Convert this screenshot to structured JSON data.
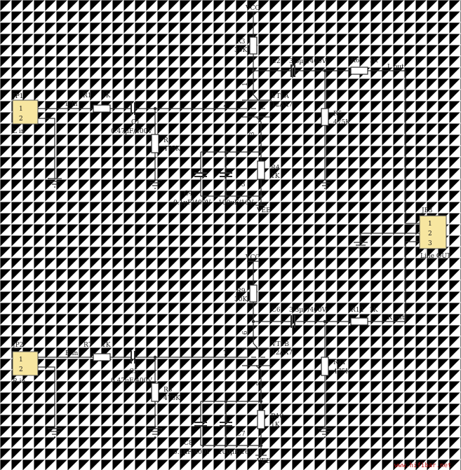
{
  "watermark": "www.hifibar.net",
  "channels": [
    {
      "supply_top": "VCC",
      "supply_bottom": "VEE",
      "input_connector": {
        "ref": "JP1",
        "pins": [
          "1",
          "2"
        ],
        "label": "L in"
      },
      "input_net": "L in",
      "output_net": "L out",
      "tube": {
        "ref": "VT1A",
        "type": "12AX7",
        "plate_pin": "1",
        "grid_pin": "2",
        "cathode_pin": "3"
      },
      "R_in": {
        "ref": "R1",
        "value": "1K"
      },
      "C_in": {
        "ref": "C1",
        "value": "0.47µF/400V"
      },
      "R_grid": {
        "ref": "R2",
        "value": "475K"
      },
      "R_plate": {
        "ref": "R3",
        "value": "30K"
      },
      "R_cathode": {
        "ref": "R4",
        "value": "1K"
      },
      "C_cathode_a": {
        "ref": "C3",
        "value": "100µF/16V"
      },
      "C_cathode_b": {
        "ref": "C4",
        "value": "0.1µF/400V"
      },
      "C_out": {
        "ref": "C2",
        "value": "3.3µF/400V"
      },
      "R_load": {
        "ref": "R5",
        "value": "475K"
      },
      "R_out": {
        "ref": "R6",
        "value": "1K"
      }
    },
    {
      "supply_top": "VCC",
      "supply_bottom": "VEE",
      "input_connector": {
        "ref": "JP2",
        "pins": [
          "1",
          "2"
        ],
        "label": "R in"
      },
      "input_net": "R in",
      "output_net": "R out",
      "tube": {
        "ref": "VT1B",
        "type": "12AX7",
        "plate_pin": "6",
        "grid_pin": "7",
        "cathode_pin": "8"
      },
      "R_in": {
        "ref": "R7",
        "value": "1K"
      },
      "C_in": {
        "ref": "C5",
        "value": "0.47µF/400V"
      },
      "R_grid": {
        "ref": "R8",
        "value": "475K"
      },
      "R_plate": {
        "ref": "R9",
        "value": "30K"
      },
      "R_cathode": {
        "ref": "R10",
        "value": "1K"
      },
      "C_cathode_a": {
        "ref": "C7",
        "value": "100µF/16V"
      },
      "C_cathode_b": {
        "ref": "C8",
        "value": "0.1µF/400V"
      },
      "C_out": {
        "ref": "C6",
        "value": "3.3µF/400V"
      },
      "R_load": {
        "ref": "R11",
        "value": "475K"
      },
      "R_out": {
        "ref": "R12",
        "value": "1K"
      }
    }
  ],
  "output_connector": {
    "ref": "JP3",
    "pins": [
      "1",
      "2",
      "3"
    ],
    "label": "Line OUT"
  }
}
